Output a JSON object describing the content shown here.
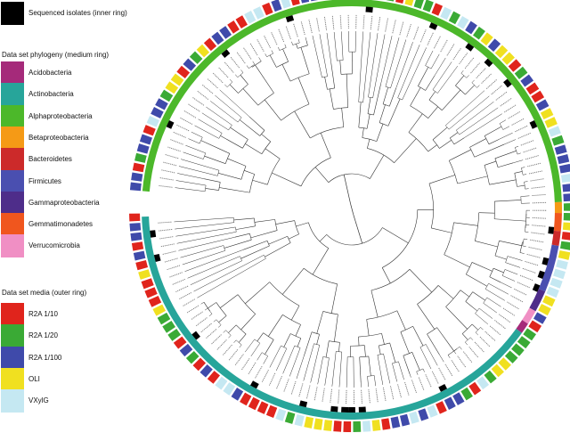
{
  "legend": {
    "sequenced": {
      "label": "Sequenced isolates (inner ring)",
      "color": "#000000"
    },
    "phylogeny_title": "Data set phylogeny (medium ring)",
    "phylogeny": [
      {
        "label": "Acidobacteria",
        "color": "#a52a7a"
      },
      {
        "label": "Actinobacteria",
        "color": "#27a59a"
      },
      {
        "label": "Alphaproteobacteria",
        "color": "#4cb82a"
      },
      {
        "label": "Betaproteobacteria",
        "color": "#f59a16"
      },
      {
        "label": "Bacteroidetes",
        "color": "#cc2a2a"
      },
      {
        "label": "Firmicutes",
        "color": "#4a4fb0"
      },
      {
        "label": "Gammaproteobacteria",
        "color": "#4e2d8a"
      },
      {
        "label": "Gemmatimonadetes",
        "color": "#f0561e"
      },
      {
        "label": "Verrucomicrobia",
        "color": "#f08fc4"
      }
    ],
    "media_title": "Data set media (outer ring)",
    "media": [
      {
        "label": "R2A 1/10",
        "color": "#e0241c"
      },
      {
        "label": "R2A 1/20",
        "color": "#3aaa35"
      },
      {
        "label": "R2A 1/100",
        "color": "#3f4aaa"
      },
      {
        "label": "OLI",
        "color": "#f0e020"
      },
      {
        "label": "VXylG",
        "color": "#c5e8f2"
      }
    ]
  }
}
